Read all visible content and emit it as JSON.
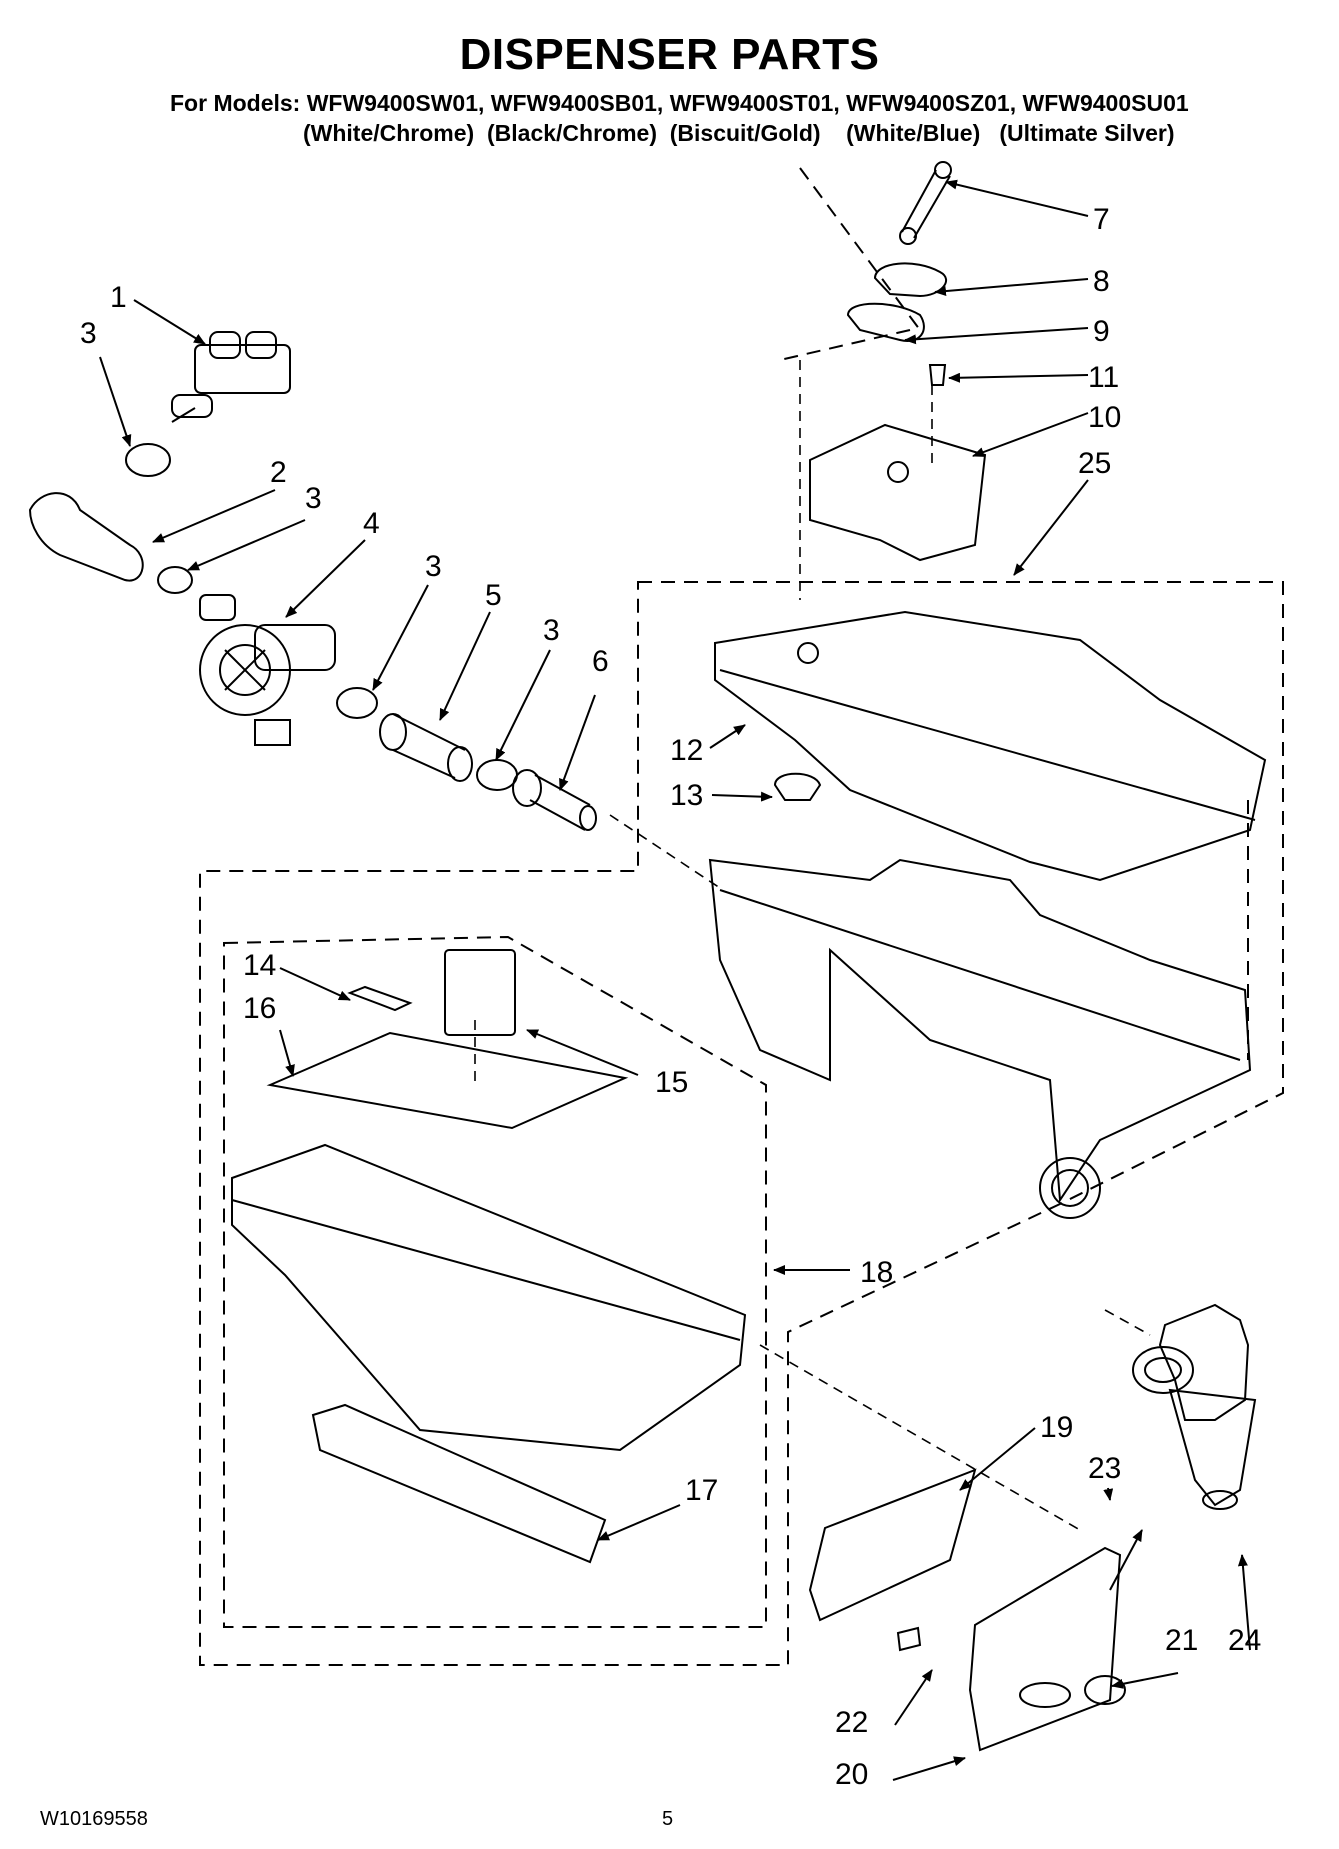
{
  "header": {
    "title": "DISPENSER PARTS",
    "models_line": "For Models: WFW9400SW01, WFW9400SB01, WFW9400ST01, WFW9400SZ01, WFW9400SU01",
    "colors_line": "(White/Chrome)  (Black/Chrome)  (Biscuit/Gold)    (White/Blue)   (Ultimate Silver)"
  },
  "callouts": [
    "1",
    "2",
    "3",
    "4",
    "5",
    "6",
    "7",
    "8",
    "9",
    "10",
    "11",
    "12",
    "13",
    "14",
    "15",
    "16",
    "17",
    "18",
    "19",
    "20",
    "21",
    "22",
    "23",
    "24",
    "25"
  ],
  "footer": {
    "doc_number": "W10169558",
    "page_number": "5"
  }
}
